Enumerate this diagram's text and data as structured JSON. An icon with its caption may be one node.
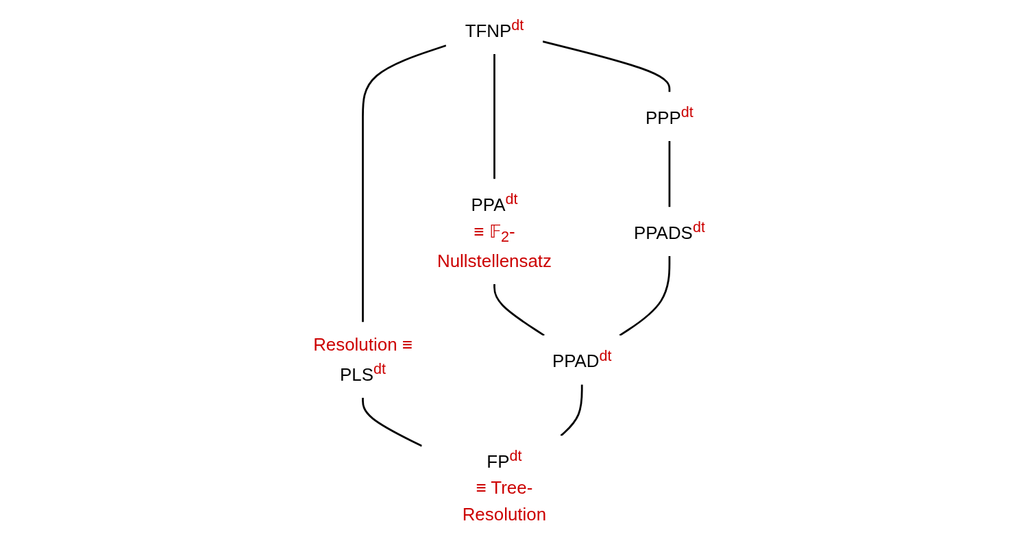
{
  "diagram": {
    "nodes": [
      {
        "text": [
          "TFNP$^{dt}$"
        ]
      },
      {
        "text": [
          "Resolution ≡",
          "PLS$^{dt}$"
        ]
      },
      {
        "text": [
          "PPP$^{dt}$"
        ]
      },
      {
        "text": [
          "PPA$^{dt}$",
          "≡ 𝔽$_{2}$-Nullstellensatz"
        ]
      },
      {
        "text": [
          "PPADS$^{dt}$"
        ]
      },
      {
        "text": [
          "PPAD$^{dt}$"
        ]
      },
      {
        "text": [
          "FP$^{dt}$",
          "≡ Tree-Resolution"
        ]
      }
    ],
    "edges": [
      {
        "from": 0,
        "to": 1,
        "arrow": "none"
      },
      {
        "from": 0,
        "to": 2,
        "arrow": "none"
      },
      {
        "from": 0,
        "to": 3,
        "arrow": "none"
      },
      {
        "from": 2,
        "to": 4,
        "arrow": "none"
      },
      {
        "from": 3,
        "to": 5,
        "arrow": "none"
      },
      {
        "from": 4,
        "to": 5,
        "arrow": "none"
      },
      {
        "from": 1,
        "to": 6,
        "arrow": "none"
      },
      {
        "from": 5,
        "to": 6,
        "arrow": "none"
      }
    ]
  }
}
